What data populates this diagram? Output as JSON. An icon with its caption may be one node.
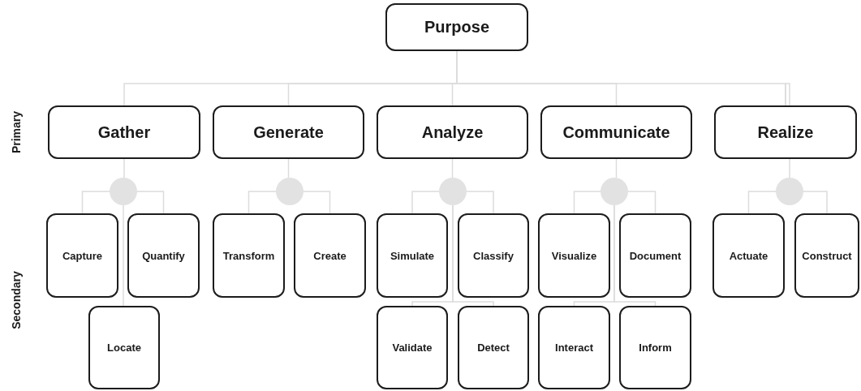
{
  "diagram": {
    "nodes": [
      {
        "text": [
          "Purpose"
        ]
      },
      {
        "text": [
          "Gather"
        ]
      },
      {
        "text": [
          "Generate"
        ]
      },
      {
        "text": [
          "Analyze"
        ]
      },
      {
        "text": [
          "Communicate"
        ]
      },
      {
        "text": [
          "Realize"
        ]
      },
      {
        "text": [],
        "shape": "circle"
      },
      {
        "text": [],
        "shape": "circle"
      },
      {
        "text": [],
        "shape": "circle"
      },
      {
        "text": [],
        "shape": "circle"
      },
      {
        "text": [],
        "shape": "circle"
      },
      {
        "text": [
          "Capture"
        ]
      },
      {
        "text": [
          "Quantify"
        ]
      },
      {
        "text": [
          "Transform"
        ]
      },
      {
        "text": [
          "Create"
        ]
      },
      {
        "text": [
          "Simulate"
        ]
      },
      {
        "text": [
          "Classify"
        ]
      },
      {
        "text": [
          "Visualize"
        ]
      },
      {
        "text": [
          "Document"
        ]
      },
      {
        "text": [
          "Actuate"
        ]
      },
      {
        "text": [
          "Construct"
        ]
      },
      {
        "text": [
          "Locate"
        ]
      },
      {
        "text": [
          "Validate"
        ]
      },
      {
        "text": [
          "Detect"
        ]
      },
      {
        "text": [
          "Interact"
        ]
      },
      {
        "text": [
          "Inform"
        ]
      }
    ],
    "edges": [
      {
        "from": 0,
        "to": 1,
        "arrow": "none"
      },
      {
        "from": 0,
        "to": 2,
        "arrow": "none"
      },
      {
        "from": 0,
        "to": 3,
        "arrow": "none"
      },
      {
        "from": 0,
        "to": 4,
        "arrow": "none"
      },
      {
        "from": 0,
        "to": 5,
        "arrow": "none"
      },
      {
        "from": 1,
        "to": 6,
        "arrow": "none"
      },
      {
        "from": 2,
        "to": 7,
        "arrow": "none"
      },
      {
        "from": 3,
        "to": 8,
        "arrow": "none"
      },
      {
        "from": 4,
        "to": 9,
        "arrow": "none"
      },
      {
        "from": 5,
        "to": 10,
        "arrow": "none"
      },
      {
        "from": 6,
        "to": 11,
        "arrow": "none"
      },
      {
        "from": 6,
        "to": 12,
        "arrow": "none"
      },
      {
        "from": 6,
        "to": 21,
        "arrow": "none"
      },
      {
        "from": 7,
        "to": 13,
        "arrow": "none"
      },
      {
        "from": 7,
        "to": 14,
        "arrow": "none"
      },
      {
        "from": 8,
        "to": 15,
        "arrow": "none"
      },
      {
        "from": 8,
        "to": 16,
        "arrow": "none"
      },
      {
        "from": 8,
        "to": 22,
        "arrow": "none"
      },
      {
        "from": 8,
        "to": 23,
        "arrow": "none"
      },
      {
        "from": 9,
        "to": 17,
        "arrow": "none"
      },
      {
        "from": 9,
        "to": 18,
        "arrow": "none"
      },
      {
        "from": 9,
        "to": 24,
        "arrow": "none"
      },
      {
        "from": 9,
        "to": 25,
        "arrow": "none"
      },
      {
        "from": 10,
        "to": 19,
        "arrow": "none"
      },
      {
        "from": 10,
        "to": 20,
        "arrow": "none"
      }
    ],
    "labels": [
      "Primary",
      "Secondary"
    ]
  }
}
